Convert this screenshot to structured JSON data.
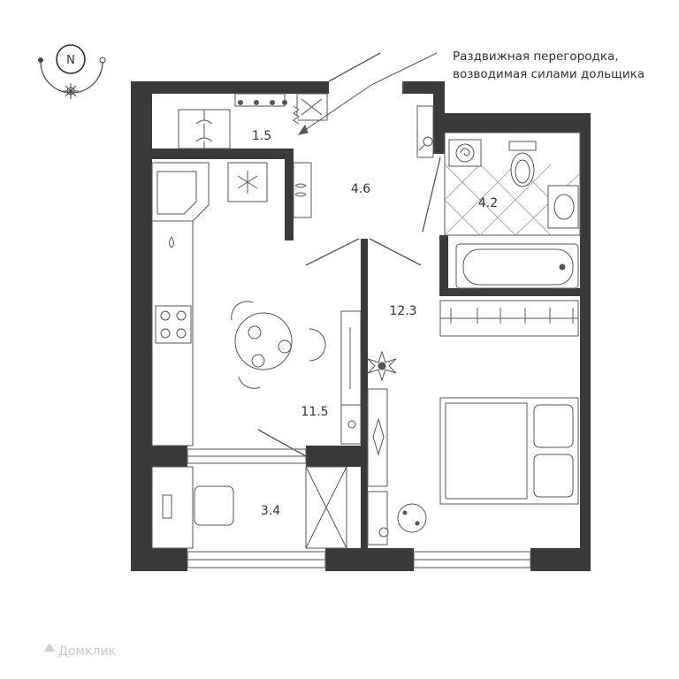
{
  "compass": {
    "north_letter": "N"
  },
  "note": {
    "line1": "Раздвижная перегородка,",
    "line2": "возводимая силами дольщика"
  },
  "rooms": {
    "closet": "1.5",
    "hall": "4.6",
    "bathroom": "4.2",
    "bedroom": "12.3",
    "kitchen": "11.5",
    "balcony": "3.4"
  },
  "watermark": "Домклик",
  "colors": {
    "wall": "#3a3a3a",
    "line": "#555555",
    "text": "#333333"
  }
}
